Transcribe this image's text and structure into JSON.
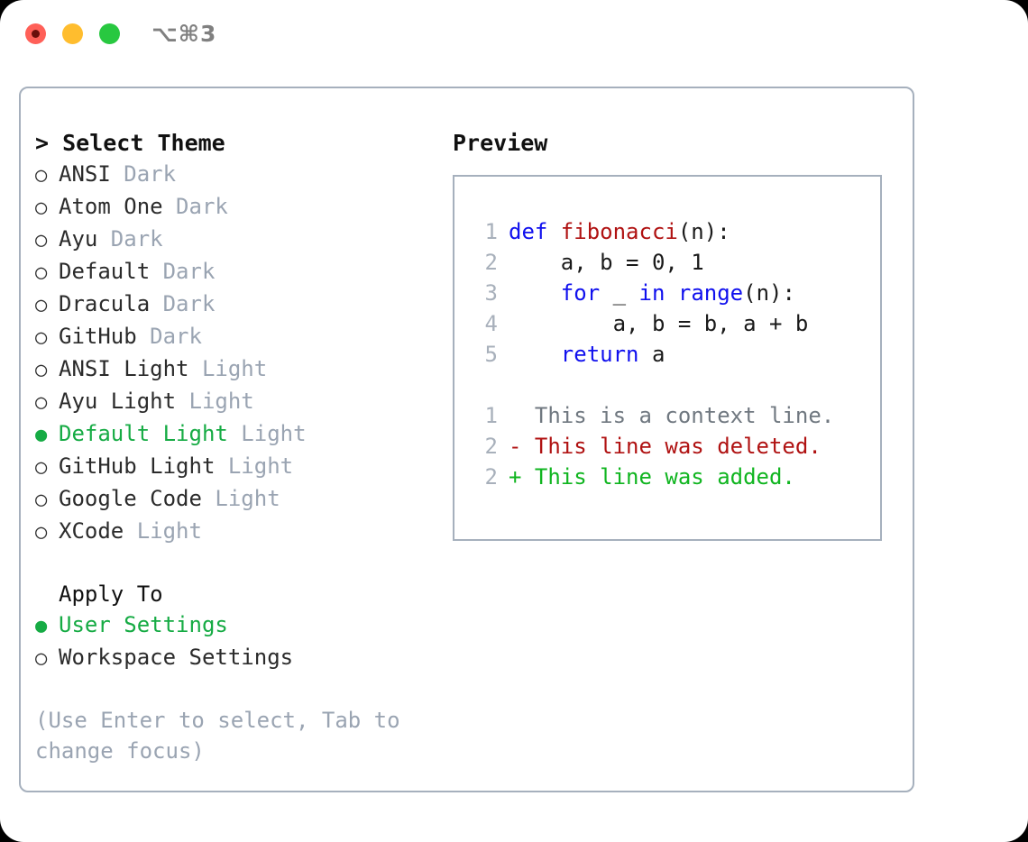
{
  "titlebar": {
    "shortcut": "⌥⌘3",
    "lights": [
      "close",
      "minimize",
      "maximize"
    ]
  },
  "theme_list": {
    "header": "> Select Theme",
    "items": [
      {
        "marker": "○",
        "label": "ANSI",
        "tag": "Dark",
        "selected": false
      },
      {
        "marker": "○",
        "label": "Atom One",
        "tag": "Dark",
        "selected": false
      },
      {
        "marker": "○",
        "label": "Ayu",
        "tag": "Dark",
        "selected": false
      },
      {
        "marker": "○",
        "label": "Default",
        "tag": "Dark",
        "selected": false
      },
      {
        "marker": "○",
        "label": "Dracula",
        "tag": "Dark",
        "selected": false
      },
      {
        "marker": "○",
        "label": "GitHub",
        "tag": "Dark",
        "selected": false
      },
      {
        "marker": "○",
        "label": "ANSI Light",
        "tag": "Light",
        "selected": false
      },
      {
        "marker": "○",
        "label": "Ayu Light",
        "tag": "Light",
        "selected": false
      },
      {
        "marker": "●",
        "label": "Default Light",
        "tag": "Light",
        "selected": true
      },
      {
        "marker": "○",
        "label": "GitHub Light",
        "tag": "Light",
        "selected": false
      },
      {
        "marker": "○",
        "label": "Google Code",
        "tag": "Light",
        "selected": false
      },
      {
        "marker": "○",
        "label": "XCode",
        "tag": "Light",
        "selected": false
      }
    ]
  },
  "apply_to": {
    "title": "Apply To",
    "items": [
      {
        "marker": "●",
        "label": "User Settings",
        "selected": true
      },
      {
        "marker": "○",
        "label": "Workspace Settings",
        "selected": false
      }
    ]
  },
  "hint": "(Use Enter to select, Tab to change focus)",
  "preview": {
    "header": "Preview",
    "code_lines": [
      {
        "num": "1",
        "parts": [
          {
            "t": "def ",
            "c": "kw"
          },
          {
            "t": "fibonacci",
            "c": "fn"
          },
          {
            "t": "(n):",
            "c": "plain"
          }
        ]
      },
      {
        "num": "2",
        "parts": [
          {
            "t": "    a, b = 0, 1",
            "c": "plain"
          }
        ]
      },
      {
        "num": "3",
        "parts": [
          {
            "t": "    ",
            "c": "plain"
          },
          {
            "t": "for",
            "c": "kw"
          },
          {
            "t": " _ ",
            "c": "plain"
          },
          {
            "t": "in",
            "c": "kw"
          },
          {
            "t": " ",
            "c": "plain"
          },
          {
            "t": "range",
            "c": "kw"
          },
          {
            "t": "(n):",
            "c": "plain"
          }
        ]
      },
      {
        "num": "4",
        "parts": [
          {
            "t": "        a, b = b, a + b",
            "c": "plain"
          }
        ]
      },
      {
        "num": "5",
        "parts": [
          {
            "t": "    ",
            "c": "plain"
          },
          {
            "t": "return",
            "c": "kw"
          },
          {
            "t": " a",
            "c": "plain"
          }
        ]
      }
    ],
    "diff_lines": [
      {
        "num": "1",
        "text": "  This is a context line.",
        "kind": "ctx"
      },
      {
        "num": "2",
        "text": "- This line was deleted.",
        "kind": "del"
      },
      {
        "num": "2",
        "text": "+ This line was added.",
        "kind": "add"
      }
    ]
  },
  "colors": {
    "accent_green": "#16ab44",
    "muted": "#9aa4b2",
    "border": "#a6b0bd",
    "keyword": "#1010ee",
    "function": "#b01212",
    "diff_add": "#10b520",
    "diff_del": "#b01212",
    "light_red": "#ff6058",
    "light_yellow": "#ffbd2e",
    "light_green": "#28c840"
  }
}
